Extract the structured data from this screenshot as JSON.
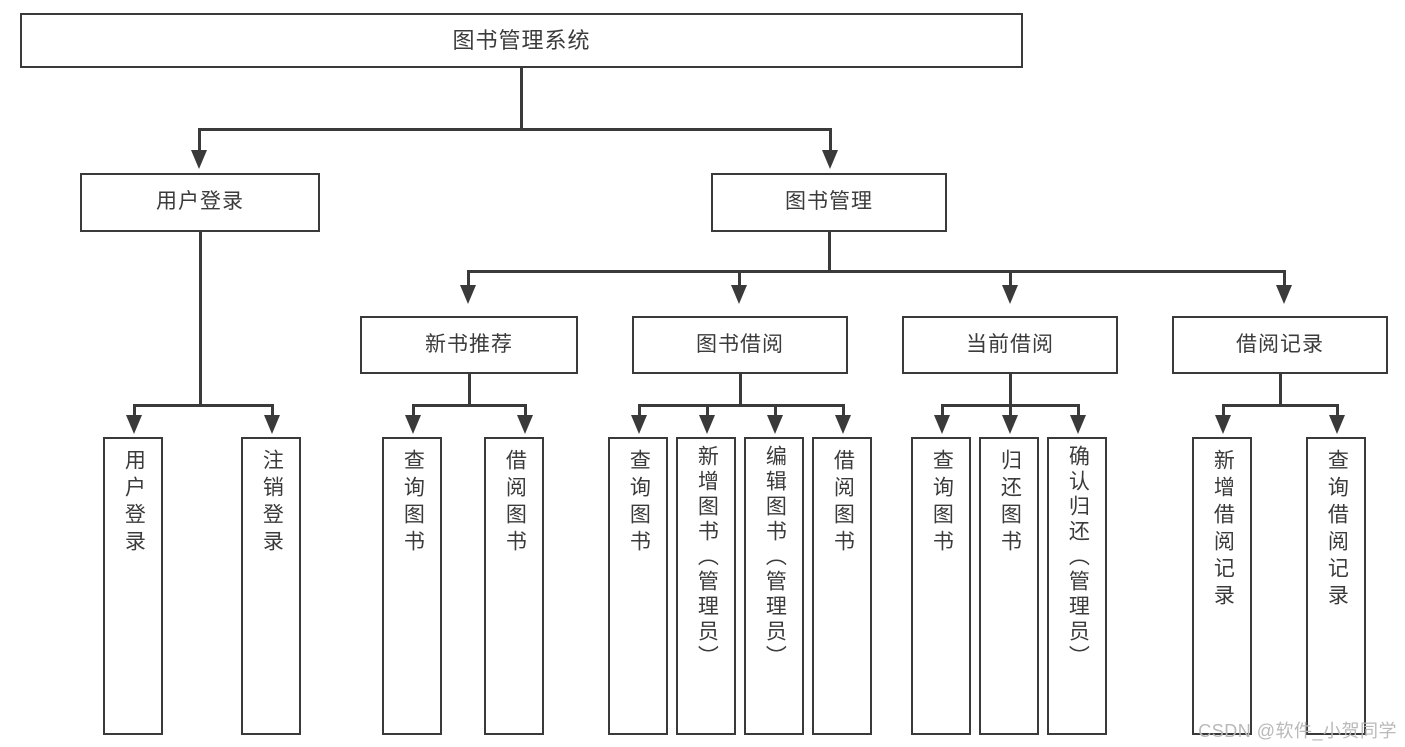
{
  "diagram": {
    "title": "图书管理系统",
    "watermark": "CSDN @软件_小贺同学",
    "accent_color": "#3a3a3a",
    "text_color": "#3b3b3b",
    "background_color": "#ffffff"
  },
  "nodes": {
    "root": {
      "label": "图书管理系统"
    },
    "level1": [
      {
        "label": "用户登录"
      },
      {
        "label": "图书管理"
      }
    ],
    "level2": [
      {
        "label": "新书推荐"
      },
      {
        "label": "图书借阅"
      },
      {
        "label": "当前借阅"
      },
      {
        "label": "借阅记录"
      }
    ],
    "leaves": {
      "user_login": [
        {
          "label": "用户登录"
        },
        {
          "label": "注销登录"
        }
      ],
      "new_book": [
        {
          "label": "查询图书"
        },
        {
          "label": "借阅图书"
        }
      ],
      "book_borrow": [
        {
          "label": "查询图书"
        },
        {
          "label": "新增图书（管理员）"
        },
        {
          "label": "编辑图书（管理员）"
        },
        {
          "label": "借阅图书"
        }
      ],
      "current_borrow": [
        {
          "label": "查询图书"
        },
        {
          "label": "归还图书"
        },
        {
          "label": "确认归还（管理员）"
        }
      ],
      "borrow_record": [
        {
          "label": "新增借阅记录"
        },
        {
          "label": "查询借阅记录"
        }
      ]
    }
  }
}
